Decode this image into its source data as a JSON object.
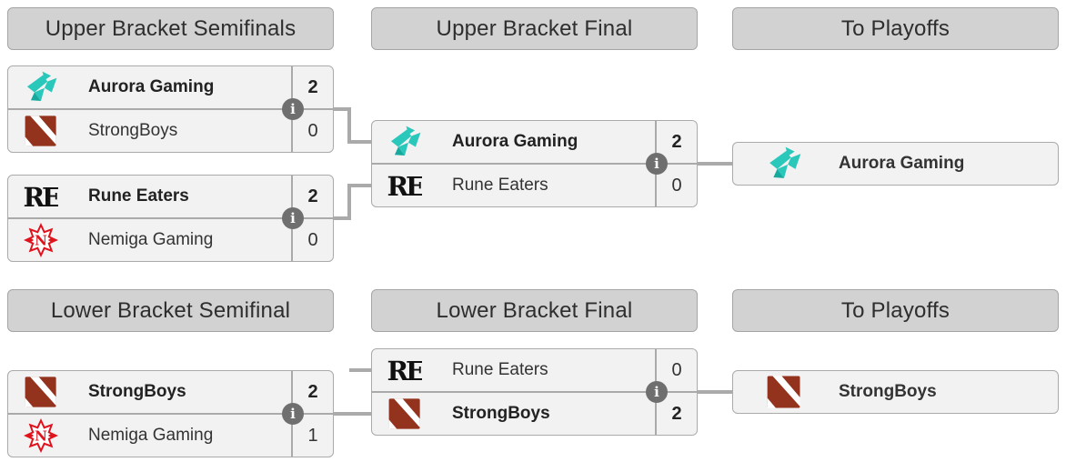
{
  "headers": {
    "upper_semifinals": "Upper Bracket Semifinals",
    "upper_final": "Upper Bracket Final",
    "upper_playoffs": "To Playoffs",
    "lower_semifinal": "Lower Bracket Semifinal",
    "lower_final": "Lower Bracket Final",
    "lower_playoffs": "To Playoffs"
  },
  "info_icon": "i",
  "matches": {
    "ub_sf1": {
      "teams": [
        {
          "name": "Aurora Gaming",
          "score": "2",
          "winner": true,
          "logo": "aurora-gaming-logo"
        },
        {
          "name": "StrongBoys",
          "score": "0",
          "winner": false,
          "logo": "strongboys-dota-logo"
        }
      ]
    },
    "ub_sf2": {
      "teams": [
        {
          "name": "Rune Eaters",
          "score": "2",
          "winner": true,
          "logo": "rune-eaters-logo"
        },
        {
          "name": "Nemiga Gaming",
          "score": "0",
          "winner": false,
          "logo": "nemiga-gaming-logo"
        }
      ]
    },
    "ub_final": {
      "teams": [
        {
          "name": "Aurora Gaming",
          "score": "2",
          "winner": true,
          "logo": "aurora-gaming-logo"
        },
        {
          "name": "Rune Eaters",
          "score": "0",
          "winner": false,
          "logo": "rune-eaters-logo"
        }
      ]
    },
    "lb_sf": {
      "teams": [
        {
          "name": "StrongBoys",
          "score": "2",
          "winner": true,
          "logo": "strongboys-dota-logo"
        },
        {
          "name": "Nemiga Gaming",
          "score": "1",
          "winner": false,
          "logo": "nemiga-gaming-logo"
        }
      ]
    },
    "lb_final": {
      "teams": [
        {
          "name": "Rune Eaters",
          "score": "0",
          "winner": false,
          "logo": "rune-eaters-logo"
        },
        {
          "name": "StrongBoys",
          "score": "2",
          "winner": true,
          "logo": "strongboys-dota-logo"
        }
      ]
    }
  },
  "advancing": {
    "upper": {
      "name": "Aurora Gaming",
      "logo": "aurora-gaming-logo"
    },
    "lower": {
      "name": "StrongBoys",
      "logo": "strongboys-dota-logo"
    }
  },
  "colors": {
    "aurora_teal": "#2AC7BB",
    "dota_red": "#93331E",
    "nemiga_red": "#E0131D",
    "rune_eaters_black": "#111111",
    "header_bg": "#d2d2d2",
    "row_bg": "#f2f2f2",
    "border_gray": "#aaaaaa",
    "connector_gray": "#aaaaaa",
    "info_icon_gray": "#6f6f6f"
  }
}
